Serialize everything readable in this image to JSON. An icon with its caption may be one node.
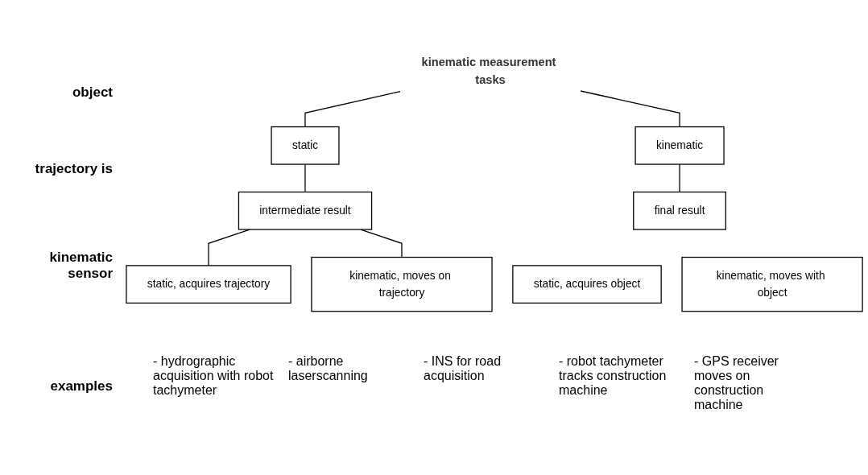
{
  "diagram": {
    "nodes": [
      {
        "text": [
          "kinematic measurement tasks"
        ]
      },
      {
        "text": [
          "static"
        ]
      },
      {
        "text": [
          "kinematic"
        ]
      },
      {
        "text": [
          "intermediate result"
        ]
      },
      {
        "text": [
          "final result"
        ]
      },
      {
        "text": [
          "static, acquires trajectory"
        ]
      },
      {
        "text": [
          "kinematic, moves on trajectory"
        ]
      },
      {
        "text": [
          "static, acquires object"
        ]
      },
      {
        "text": [
          "kinematic, moves with object"
        ]
      }
    ],
    "edges": [
      {
        "from": 0,
        "to": 1,
        "arrow": "none"
      },
      {
        "from": 0,
        "to": 2,
        "arrow": "none"
      },
      {
        "from": 1,
        "to": 3,
        "arrow": "none"
      },
      {
        "from": 2,
        "to": 4,
        "arrow": "none"
      },
      {
        "from": 3,
        "to": 5,
        "arrow": "none"
      },
      {
        "from": 3,
        "to": 6,
        "arrow": "none"
      }
    ],
    "labels": [
      "object",
      "trajectory is",
      "kinematic sensor",
      "examples",
      "- hydrographic acquisition with robot tachymeter",
      "- airborne laserscanning",
      "- INS for road acquisition",
      "- robot tachymeter tracks construction machine",
      "- GPS receiver moves on construction machine"
    ]
  }
}
